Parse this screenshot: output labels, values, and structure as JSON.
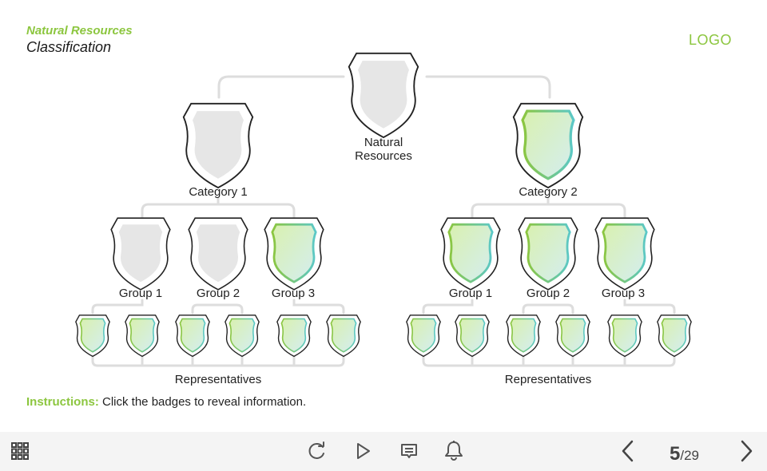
{
  "header": {
    "title": "Natural Resources",
    "subtitle": "Classification",
    "logo": "LOGO"
  },
  "colors": {
    "accent": "#8cc63f",
    "accent_secondary": "#5bc8c8",
    "inactive_fill": "#e6e6e6",
    "connector": "#dddddd",
    "footer_bg": "#f4f4f4"
  },
  "tree": {
    "root": {
      "label_line1": "Natural",
      "label_line2": "Resources",
      "state": "inactive"
    },
    "categories": [
      {
        "label": "Category 1",
        "state": "inactive",
        "groups": [
          {
            "label": "Group 1",
            "state": "inactive"
          },
          {
            "label": "Group 2",
            "state": "inactive"
          },
          {
            "label": "Group 3",
            "state": "active"
          }
        ],
        "representatives_label": "Representatives",
        "representatives": [
          "active",
          "active",
          "active",
          "active",
          "active",
          "active"
        ]
      },
      {
        "label": "Category 2",
        "state": "active",
        "groups": [
          {
            "label": "Group 1",
            "state": "active"
          },
          {
            "label": "Group 2",
            "state": "active"
          },
          {
            "label": "Group 3",
            "state": "active"
          }
        ],
        "representatives_label": "Representatives",
        "representatives": [
          "active",
          "active",
          "active",
          "active",
          "active",
          "active"
        ]
      }
    ]
  },
  "instructions": {
    "label": "Instructions:",
    "text": " Click the badges to reveal information."
  },
  "footer": {
    "menu_icon": "grid-menu-icon",
    "controls": [
      "replay-icon",
      "play-icon",
      "notes-icon",
      "bell-icon"
    ],
    "prev_icon": "chevron-left-icon",
    "next_icon": "chevron-right-icon",
    "page_current": "5",
    "page_total": "/29"
  }
}
